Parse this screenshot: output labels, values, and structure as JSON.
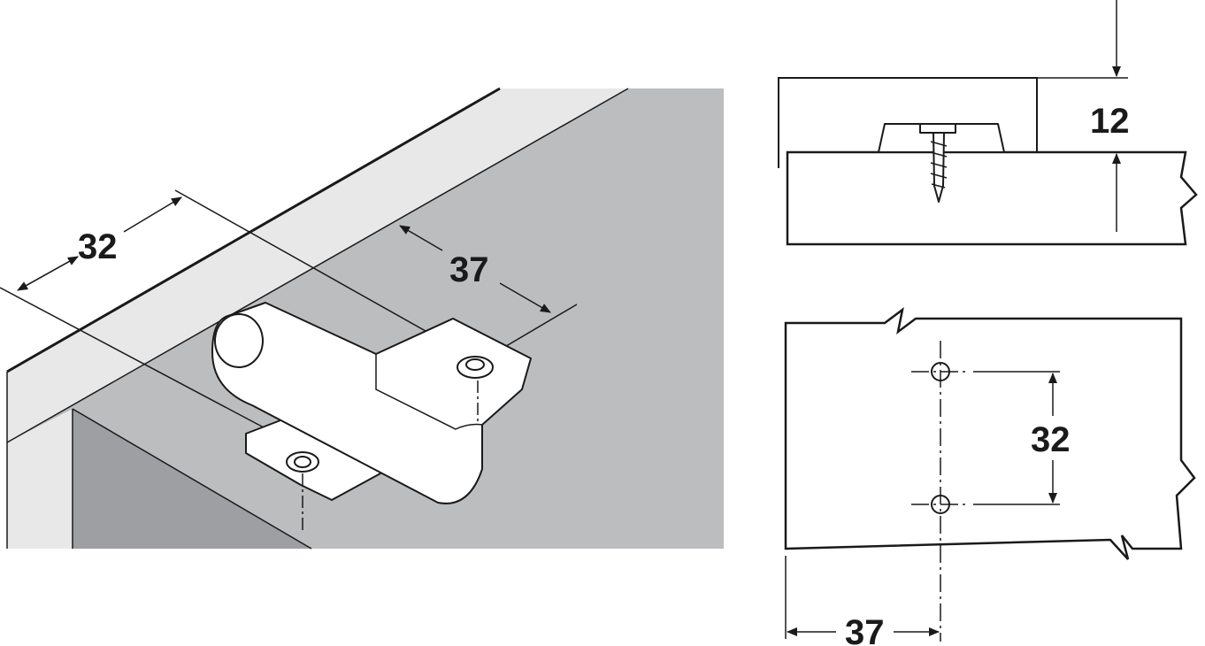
{
  "perspective_view": {
    "dim_hole_spacing": "32",
    "dim_edge_offset": "37"
  },
  "side_view": {
    "dim_thickness": "12"
  },
  "plan_view": {
    "dim_hole_spacing": "32",
    "dim_edge_offset": "37"
  },
  "colors": {
    "board_face": "#e8e8e9",
    "panel_gray": "#bcbdbf",
    "interior_gray": "#9d9fa2",
    "line": "#1a1a1a"
  }
}
